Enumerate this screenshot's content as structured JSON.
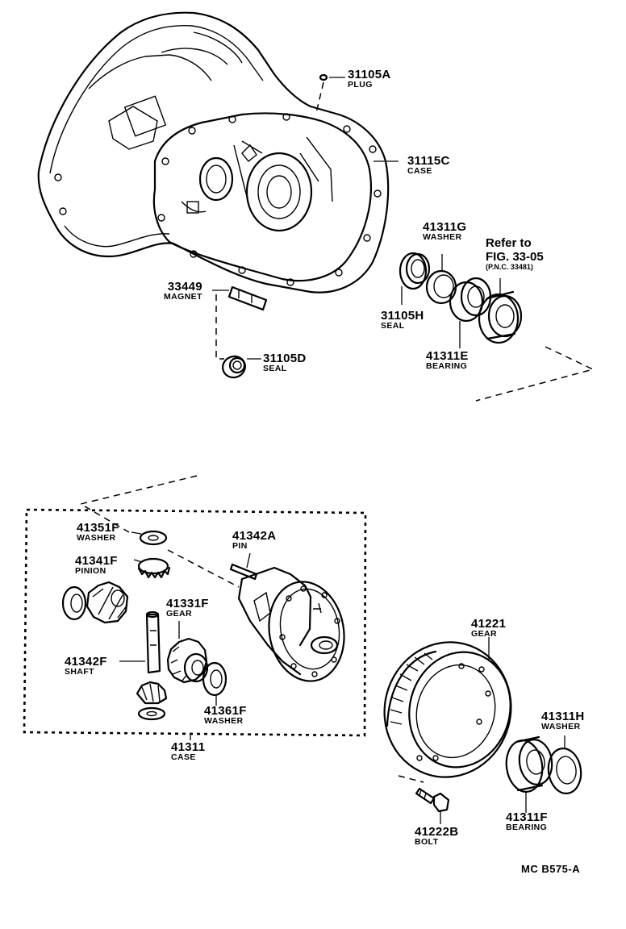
{
  "parts": [
    {
      "id": "p31105A",
      "number": "31105A",
      "name": "PLUG"
    },
    {
      "id": "p31115C",
      "number": "31115C",
      "name": "CASE"
    },
    {
      "id": "p41311G",
      "number": "41311G",
      "name": "WASHER"
    },
    {
      "id": "p33449",
      "number": "33449",
      "name": "MAGNET"
    },
    {
      "id": "p31105H",
      "number": "31105H",
      "name": "SEAL"
    },
    {
      "id": "p41311E",
      "number": "41311E",
      "name": "BEARING"
    },
    {
      "id": "p31105D",
      "number": "31105D",
      "name": "SEAL"
    },
    {
      "id": "p41351F",
      "number": "41351F",
      "name": "WASHER"
    },
    {
      "id": "p41342A",
      "number": "41342A",
      "name": "PIN"
    },
    {
      "id": "p41341F",
      "number": "41341F",
      "name": "PINION"
    },
    {
      "id": "p41331F",
      "number": "41331F",
      "name": "GEAR"
    },
    {
      "id": "p41342F",
      "number": "41342F",
      "name": "SHAFT"
    },
    {
      "id": "p41361F",
      "number": "41361F",
      "name": "WASHER"
    },
    {
      "id": "p41311",
      "number": "41311",
      "name": "CASE"
    },
    {
      "id": "p41221",
      "number": "41221",
      "name": "GEAR"
    },
    {
      "id": "p41311H",
      "number": "41311H",
      "name": "WASHER"
    },
    {
      "id": "p41222B",
      "number": "41222B",
      "name": "BOLT"
    },
    {
      "id": "p41311F",
      "number": "41311F",
      "name": "BEARING"
    }
  ],
  "reference": {
    "line1": "Refer to",
    "line2": "FIG. 33-05",
    "line3": "(P.N.C. 33481)"
  },
  "figure_code": "MC  B575-A"
}
